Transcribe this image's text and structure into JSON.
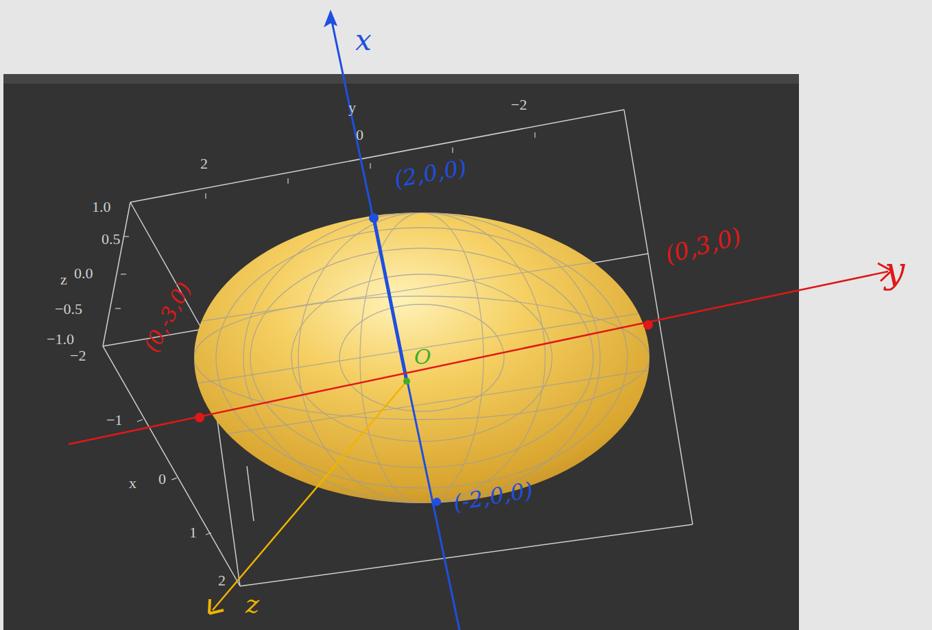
{
  "diagram": {
    "labels": [
      "y",
      "0",
      "−2",
      "2",
      "1.0",
      "0.5",
      "z",
      "0.0",
      "−0.5",
      "−1.0",
      "−2",
      "−1",
      "x",
      "0",
      "1",
      "2",
      "x",
      "(2,0,0)",
      "(0,3,0)",
      "y",
      "(0,-3,0)",
      "O",
      "(-2,0,0)",
      "z"
    ]
  }
}
